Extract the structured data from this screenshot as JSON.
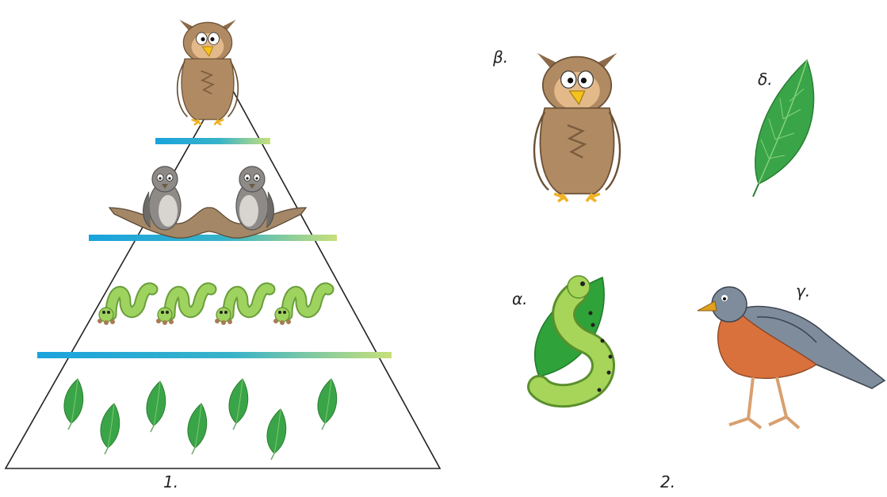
{
  "figure1": {
    "label": "1.",
    "levels": [
      {
        "name": "owl",
        "count": 1
      },
      {
        "name": "sparrow",
        "count": 2
      },
      {
        "name": "caterpillar",
        "count": 4
      },
      {
        "name": "leaf",
        "count": 7
      }
    ]
  },
  "figure2": {
    "label": "2.",
    "items": [
      {
        "letter": "β.",
        "organism": "owl"
      },
      {
        "letter": "δ.",
        "organism": "leaf"
      },
      {
        "letter": "α.",
        "organism": "caterpillar"
      },
      {
        "letter": "γ.",
        "organism": "robin"
      }
    ]
  },
  "colors": {
    "bar_start": "#1aa3dd",
    "bar_end": "#c8e07a",
    "leaf": "#3aa548",
    "owl": "#b08a62",
    "caterpillar": "#8cc74e",
    "sparrow": "#8d8a87",
    "robin_body": "#7f8c9c",
    "robin_breast": "#d9713d"
  }
}
